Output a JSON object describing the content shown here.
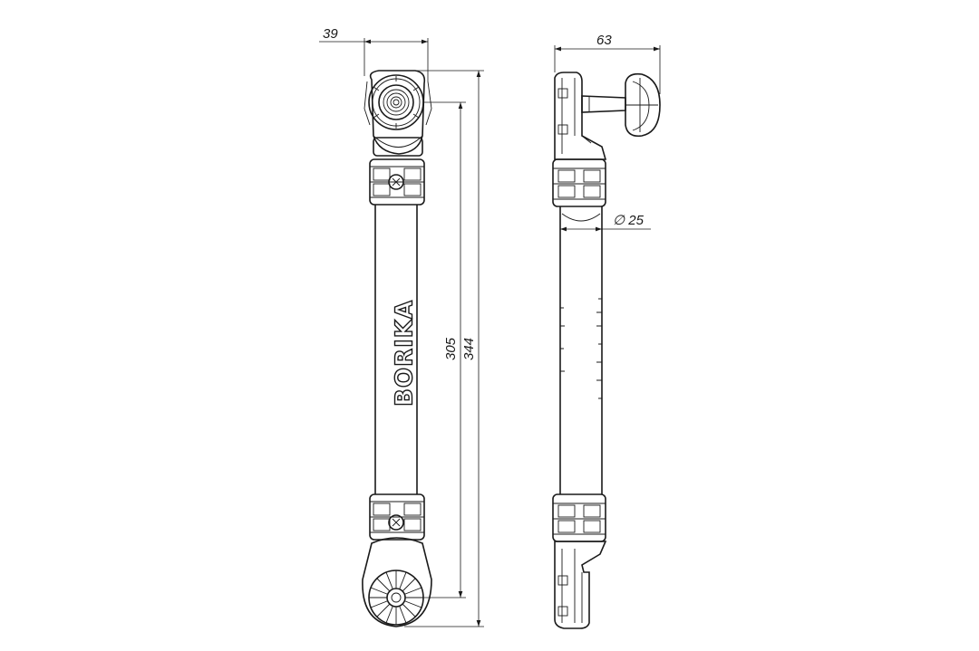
{
  "drawing": {
    "brand_label": "BORIKA",
    "front_view": {
      "width_dimension": "39",
      "inner_length_dimension": "305",
      "overall_length_dimension": "344"
    },
    "side_view": {
      "depth_dimension": "63",
      "tube_diameter_dimension": "∅ 25"
    },
    "colors": {
      "line": "#1a1a1a",
      "background": "#ffffff"
    }
  }
}
